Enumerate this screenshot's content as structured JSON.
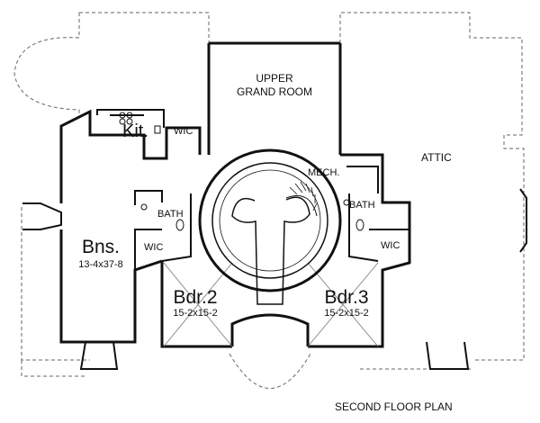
{
  "plan": {
    "caption": "SECOND FLOOR PLAN",
    "rooms": {
      "upper_grand_room": {
        "line1": "UPPER",
        "line2": "GRAND ROOM"
      },
      "attic": "ATTIC",
      "kitchen": "Kit.",
      "wic_upper": "WIC",
      "mech": "MECH.",
      "bath_left": "BATH",
      "bath_right": "BATH",
      "wic_left": "WIC",
      "wic_right": "WIC",
      "bonus": {
        "name": "Bns.",
        "size": "13-4x37-8"
      },
      "bedroom2": {
        "name": "Bdr.2",
        "size": "15-2x15-2"
      },
      "bedroom3": {
        "name": "Bdr.3",
        "size": "15-2x15-2"
      }
    }
  }
}
